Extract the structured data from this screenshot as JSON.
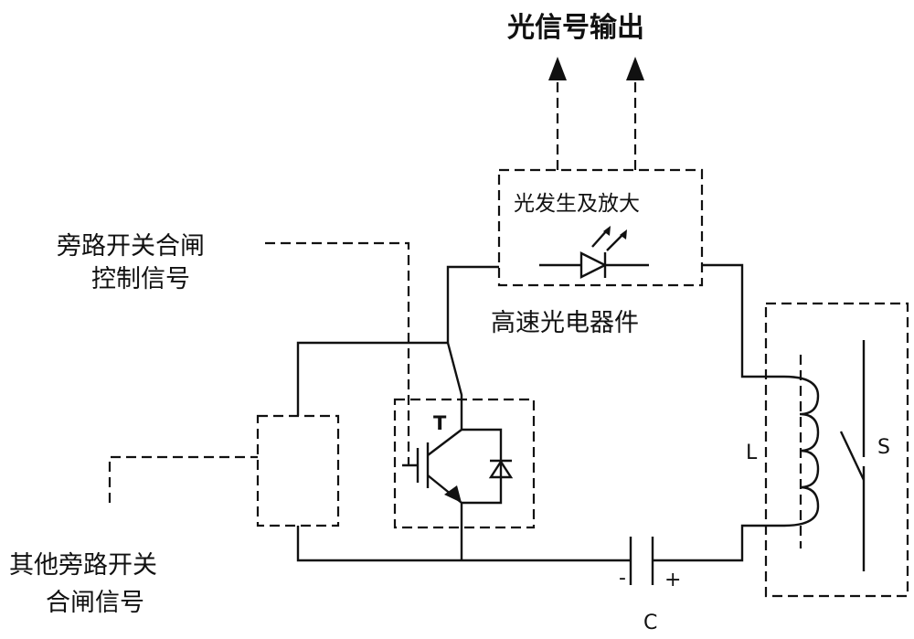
{
  "labels": {
    "optical_output": "光信号输出",
    "light_gen_amp": "光发生及放大",
    "hs_optoelectronic": "高速光电器件",
    "bypass_ctrl_line1": "旁路开关合闸",
    "bypass_ctrl_line2": "控制信号",
    "other_bypass_line1": "其他旁路开关",
    "other_bypass_line2": "合闸信号",
    "transistor_T": "T",
    "inductor_L": "L",
    "switch_S": "S",
    "capacitor_C": "C",
    "cap_minus": "-",
    "cap_plus": "+"
  }
}
